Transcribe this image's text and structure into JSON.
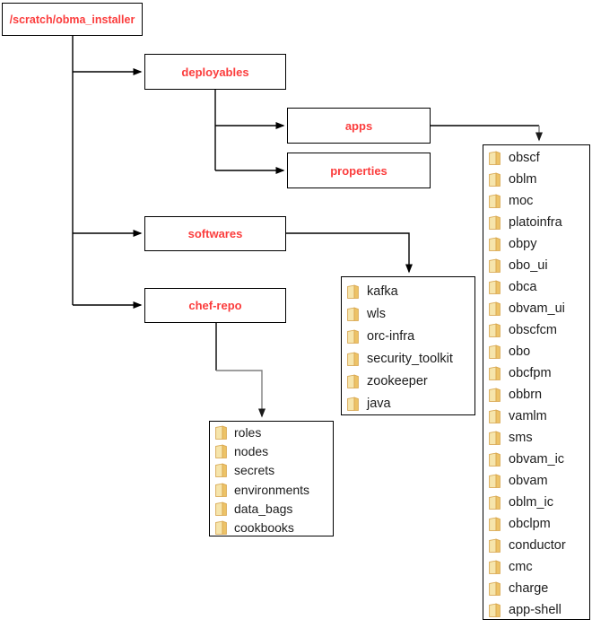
{
  "colors": {
    "label_red": "#fb3d3d",
    "line_black": "#000000",
    "line_gray": "#7f7f7f",
    "folder_light": "#f6e5ac",
    "folder_dark": "#edc367",
    "folder_outline": "#d9a850",
    "item_text": "#1c1c1c",
    "box_border": "#000000"
  },
  "boxes": {
    "root": "/scratch/obma_installer",
    "deployables": "deployables",
    "apps": "apps",
    "properties": "properties",
    "softwares": "softwares",
    "chef_repo": "chef-repo"
  },
  "lists": {
    "apps_folders": [
      "obscf",
      "oblm",
      "moc",
      "platoinfra",
      "obpy",
      "obo_ui",
      "obca",
      "obvam_ui",
      "obscfcm",
      "obo",
      "obcfpm",
      "obbrn",
      "vamlm",
      "sms",
      "obvam_ic",
      "obvam",
      "oblm_ic",
      "obclpm",
      "conductor",
      "cmc",
      "charge",
      "app-shell"
    ],
    "software_folders": [
      "kafka",
      "wls",
      "orc-infra",
      "security_toolkit",
      "zookeeper",
      "java"
    ],
    "chef_folders": [
      "roles",
      "nodes",
      "secrets",
      "environments",
      "data_bags",
      "cookbooks"
    ]
  }
}
